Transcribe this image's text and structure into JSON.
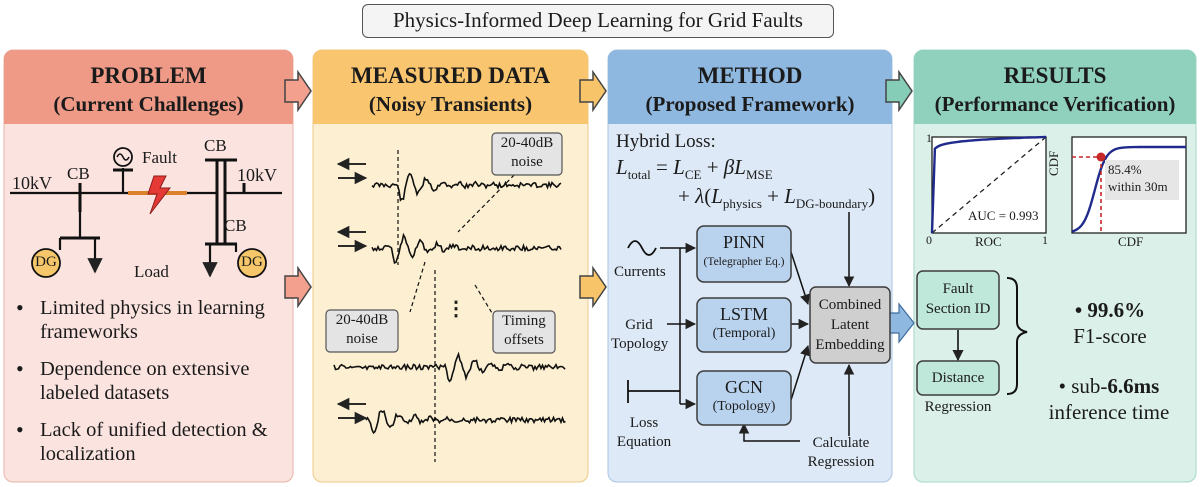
{
  "title": "Physics-Informed Deep Learning for Grid Faults",
  "panels": {
    "problem": {
      "heading": "PROBLEM",
      "subheading": "(Current Challenges)",
      "circuit": {
        "left_voltage": "10kV",
        "right_voltage": "10kV",
        "cb_left": "CB",
        "cb_top": "CB",
        "cb_bottom": "CB",
        "fault": "Fault",
        "dg_left": "DG",
        "dg_right": "DG",
        "load": "Load"
      },
      "bullets": [
        "Limited physics in learning frameworks",
        "Dependence on extensive labeled datasets",
        "Lack of unified detection & localization"
      ]
    },
    "measured": {
      "heading": "MEASURED DATA",
      "subheading": "(Noisy Transients)",
      "noise_top_1": "20-40dB",
      "noise_top_2": "noise",
      "noise_left_1": "20-40dB",
      "noise_left_2": "noise",
      "timing_1": "Timing",
      "timing_2": "offsets",
      "ellipsis": "⋮"
    },
    "method": {
      "heading": "METHOD",
      "subheading": "(Proposed Framework)",
      "hybrid_loss": "Hybrid Loss:",
      "inputs": {
        "currents": "Currents",
        "grid": "Grid",
        "topology": "Topology",
        "loss": "Loss",
        "equation": "Equation"
      },
      "modules": [
        {
          "name": "PINN",
          "detail": "(Telegrapher Eq.)"
        },
        {
          "name": "LSTM",
          "detail": "(Temporal)"
        },
        {
          "name": "GCN",
          "detail": "(Topology)"
        }
      ],
      "combined": [
        "Combined",
        "Latent",
        "Embedding"
      ],
      "calculate_1": "Calculate",
      "calculate_2": "Regression"
    },
    "results": {
      "heading": "RESULTS",
      "subheading": "(Performance Verification)",
      "roc": {
        "auc_label": "AUC = 0.993",
        "xlabel": "ROC",
        "tick_0": "0",
        "tick_1x": "1",
        "tick_1y": "1"
      },
      "cdf": {
        "ylabel": "CDF",
        "xlabel": "CDF",
        "annotation_1": "85.4%",
        "annotation_2": "within 30m"
      },
      "fault_section_1": "Fault",
      "fault_section_2": "Section ID",
      "distance": "Distance",
      "regression": "Regression",
      "f1_value": "99.6%",
      "f1_label": "F1-score",
      "inference_prefix": "sub-",
      "inference_value": "6.6ms",
      "inference_label": "inference time"
    }
  },
  "colors": {
    "problem_header": "#ef9a87",
    "problem_body": "#fbe3df",
    "measured_header": "#f9c56e",
    "measured_body": "#fdf0d2",
    "method_header": "#8fb8e0",
    "method_body": "#dde9f6",
    "results_header": "#8fd1bd",
    "results_body": "#dbf0e9",
    "module_fill": "#b9d3ef",
    "combined_fill": "#cfcfcf",
    "result_box_fill": "#bfe7da",
    "curve_blue": "#1f2a8c",
    "marker_red": "#c62828"
  }
}
